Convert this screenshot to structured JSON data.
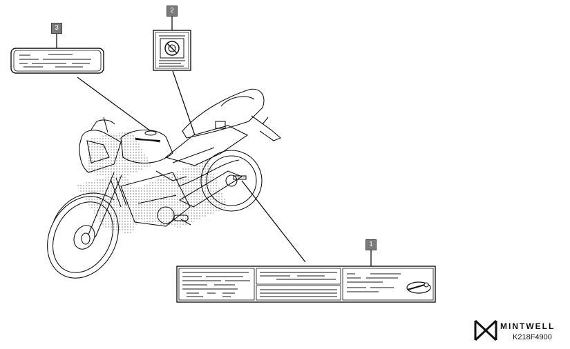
{
  "callouts": [
    {
      "number": "1"
    },
    {
      "number": "2"
    },
    {
      "number": "3"
    }
  ],
  "brand": {
    "name": "MINTWELL",
    "icon": "mintwell-logo-icon"
  },
  "figure_code": "K218F4900",
  "colors": {
    "line": "#111111",
    "callout_fill": "#7a7a7a",
    "background": "#ffffff"
  }
}
